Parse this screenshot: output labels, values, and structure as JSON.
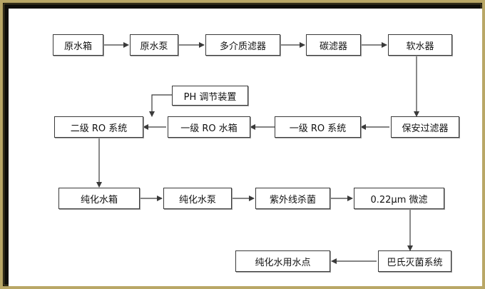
{
  "nodes": {
    "raw_tank": "原水箱",
    "raw_pump": "原水泵",
    "multi_filter": "多介质滤器",
    "carbon_filter": "碳滤器",
    "softener": "软水器",
    "ph_adjust": "PH 调节装置",
    "ro2": "二级 RO 系统",
    "ro1_tank": "一级 RO 水箱",
    "ro1": "一级 RO 系统",
    "security_filter": "保安过滤器",
    "pure_tank": "纯化水箱",
    "pure_pump": "纯化水泵",
    "uv": "紫外线杀菌",
    "micro_filter": "0.22μm 微滤",
    "use_point": "纯化水用水点",
    "pasteur": "巴氏灭菌系统"
  },
  "colors": {
    "frame_border": "#b9a766",
    "line": "#3a3a3a"
  }
}
